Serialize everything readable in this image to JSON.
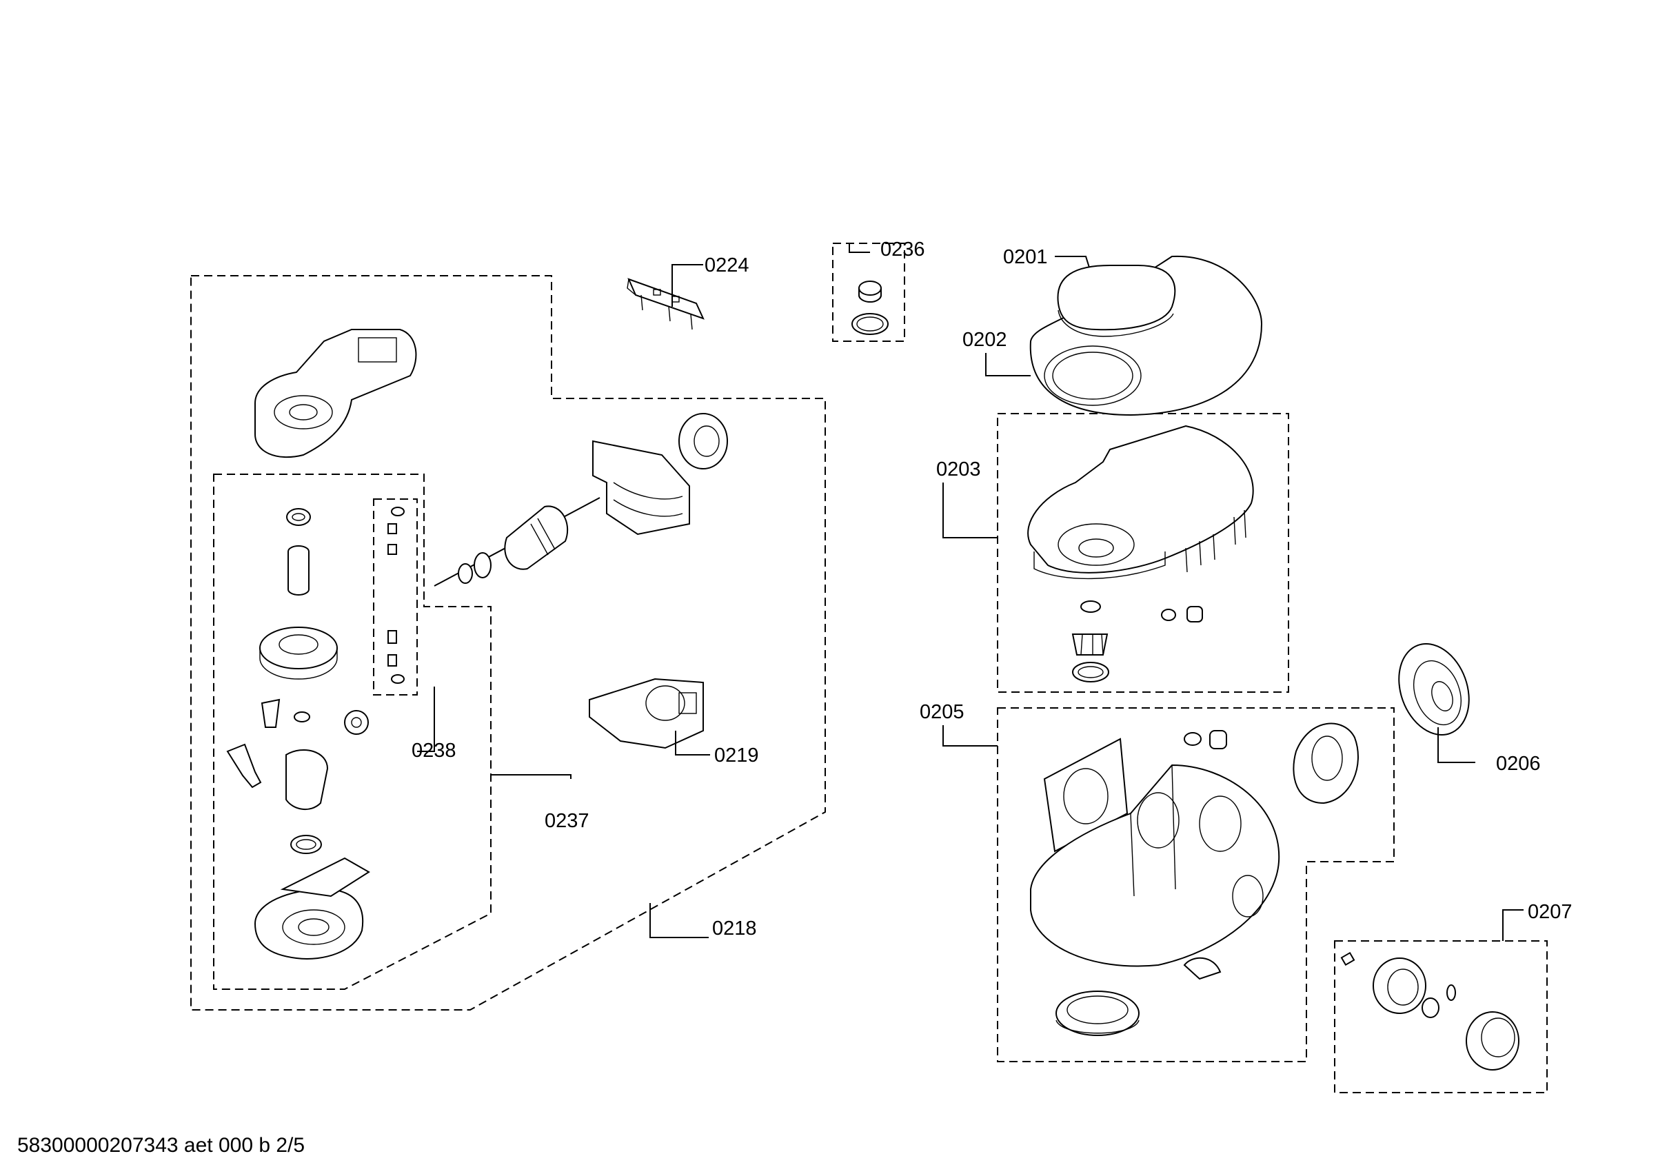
{
  "labels": {
    "p0201": "0201",
    "p0202": "0202",
    "p0203": "0203",
    "p0205": "0205",
    "p0206": "0206",
    "p0207": "0207",
    "p0218": "0218",
    "p0219": "0219",
    "p0224": "0224",
    "p0236": "0236",
    "p0237": "0237",
    "p0238": "0238"
  },
  "footer": "58300000207343 aet 000 b 2/5"
}
